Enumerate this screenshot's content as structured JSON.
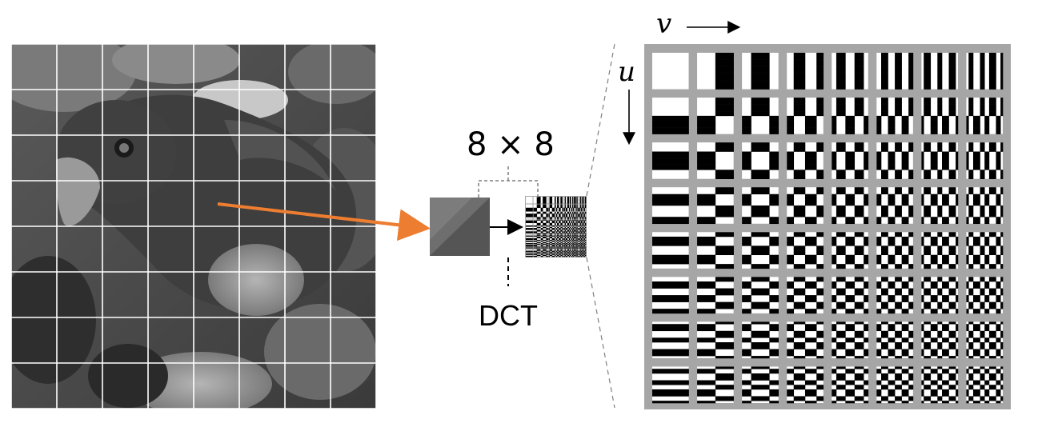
{
  "labels": {
    "block_size": "8 × 8",
    "transform": "DCT",
    "axis_v": "v",
    "axis_u": "u"
  },
  "image_grid": {
    "rows": 8,
    "cols": 8
  },
  "basis": {
    "n": 8
  },
  "colors": {
    "arrow_accent": "#ed7d31",
    "grid_line": "#ffffff",
    "basis_frame": "#a6a6a6",
    "dashed_line": "#7f7f7f"
  },
  "icons": [
    "parrot-photo",
    "orange-arrow-icon",
    "black-arrow-icon",
    "dct-basis-grid"
  ]
}
